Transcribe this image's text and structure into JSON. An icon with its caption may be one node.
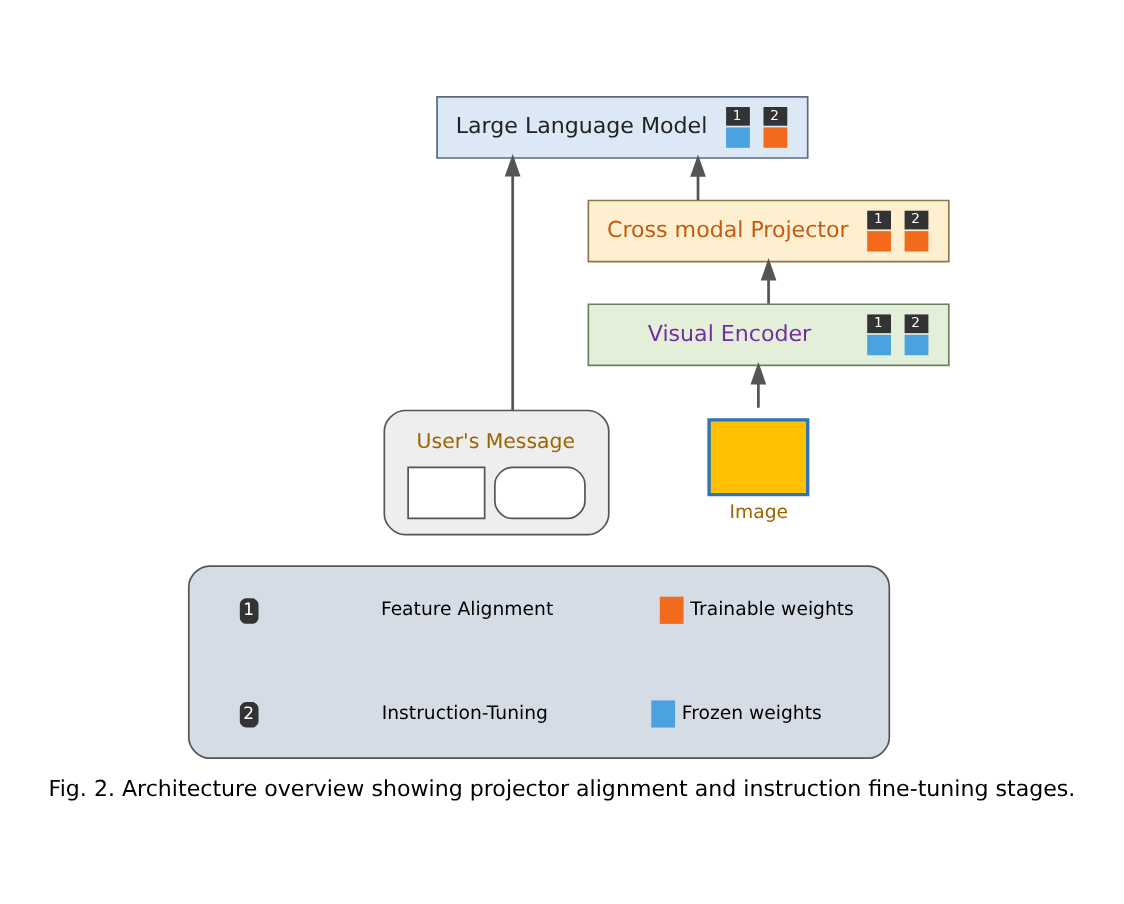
{
  "diagram": {
    "caption": "Fig. 2. Architecture overview showing projector alignment and instruction fine-tuning stages.",
    "nodes": [
      {
        "text": [
          "Large Language Model",
          "1",
          "2"
        ]
      },
      {
        "text": [
          "Cross modal Projector",
          "1",
          "2"
        ]
      },
      {
        "text": [
          "Visual Encoder",
          "1",
          "2"
        ]
      },
      {
        "text": [
          "User's Message"
        ]
      },
      {
        "text": [
          "Image"
        ]
      },
      {
        "text": [],
        "shape": "box"
      }
    ],
    "edges": [
      {
        "from": 4,
        "to": 2,
        "arrow": "to"
      },
      {
        "from": 2,
        "to": 1,
        "arrow": "to"
      },
      {
        "from": 1,
        "to": 0,
        "arrow": "to"
      },
      {
        "from": 3,
        "to": 0,
        "arrow": "to"
      }
    ],
    "labels": [
      "1",
      "Feature Alignment",
      "2",
      "Instruction-Tuning"
    ],
    "legend": [
      {
        "text": "Trainable weights",
        "color": "#f26a1b"
      },
      {
        "text": "Frozen weights",
        "color": "#4aa3df"
      }
    ]
  }
}
